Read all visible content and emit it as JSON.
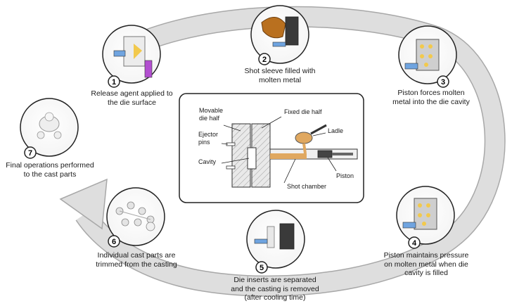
{
  "steps": [
    {
      "number": "1",
      "line1": "Release agent applied to",
      "line2": "the die surface"
    },
    {
      "number": "2",
      "line1": "Shot sleeve filled with",
      "line2": "molten metal"
    },
    {
      "number": "3",
      "line1": "Piston forces molten",
      "line2": "metal into the die cavity"
    },
    {
      "number": "4",
      "line1": "Piston maintains pressure",
      "line2": "on molten metal when die",
      "line3": "cavity is filled"
    },
    {
      "number": "5",
      "line1": "Die inserts are separated",
      "line2": "and the casting is removed",
      "line3": "(after cooling time)"
    },
    {
      "number": "6",
      "line1": "Individual cast parts are",
      "line2": "trimmed from the casting"
    },
    {
      "number": "7",
      "line1": "Final operations performed",
      "line2": "to the cast parts"
    }
  ],
  "center_diagram": {
    "movable_die_half": [
      "Movable",
      "die half"
    ],
    "fixed_die_half": "Fixed die half",
    "ejector_pins": [
      "Ejector",
      "pins"
    ],
    "cavity": "Cavity",
    "ladle": "Ladle",
    "piston": "Piston",
    "shot_chamber": "Shot chamber"
  },
  "colors": {
    "cycle_arrow": "#dcdcdc",
    "cycle_arrow_edge": "#a8a8a8",
    "die_block": "#e6e6e6",
    "molten_metal": "#e0a860",
    "ejector_blue": "#6fa4e0",
    "release_agent_purple": "#b24fd0"
  }
}
